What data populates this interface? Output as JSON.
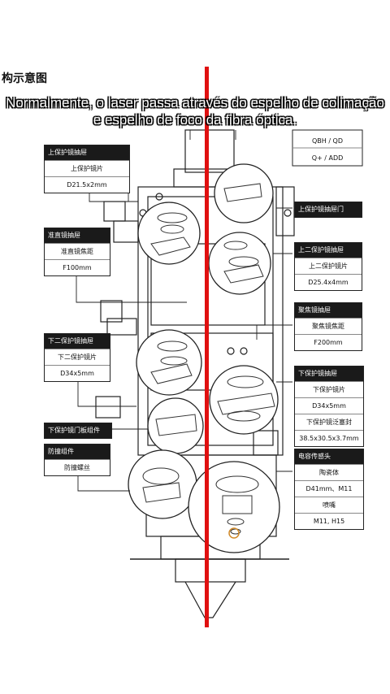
{
  "diagram": {
    "title": "构示意图",
    "caption": "Normalmente, o laser passa através do espelho de colimação e espelho de foco da fibra óptica.",
    "top_labels": [
      "QBH / QD",
      "Q+ / ADD"
    ],
    "callouts_left": [
      {
        "header": "上保护镜抽屉",
        "rows": [
          "上保护镜片",
          "D21.5x2mm"
        ]
      },
      {
        "header": "准直镜抽屉",
        "rows": [
          "准直镜焦距",
          "F100mm"
        ]
      },
      {
        "header": "下二保护镜抽屉",
        "rows": [
          "下二保护镜片",
          "D34x5mm"
        ]
      },
      {
        "header": "下保护镜门板组件",
        "rows": []
      },
      {
        "header": "防撞组件",
        "rows": [
          "防撞螺丝"
        ]
      }
    ],
    "callouts_right": [
      {
        "header": "上保护镜抽屉门",
        "rows": []
      },
      {
        "header": "上二保护镜抽屉",
        "rows": [
          "上二保护镜片",
          "D25.4x4mm"
        ]
      },
      {
        "header": "聚焦镜抽屉",
        "rows": [
          "聚焦镜焦距",
          "F200mm"
        ]
      },
      {
        "header": "下保护镜抽屉",
        "rows": [
          "下保护镜片",
          "D34x5mm",
          "下保护镜泛塞封",
          "38.5x30.5x3.7mm"
        ]
      },
      {
        "header": "电容传感头",
        "rows": [
          "陶瓷体",
          "D41mm、M11",
          "喷嘴",
          "M11, H15"
        ]
      }
    ],
    "colors": {
      "laser": "#e01010",
      "line": "#222222"
    }
  }
}
